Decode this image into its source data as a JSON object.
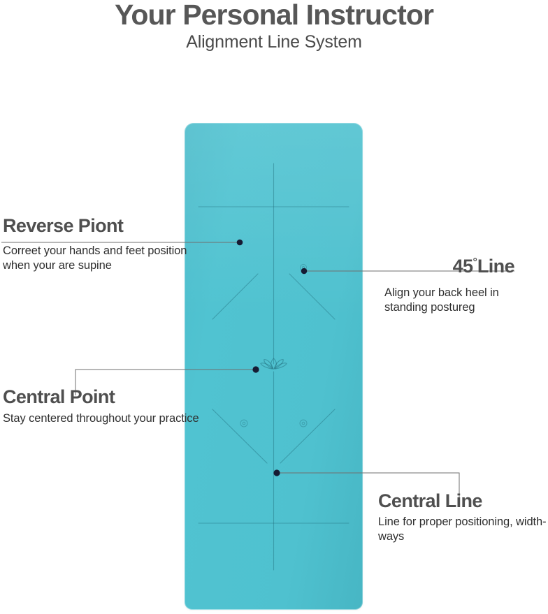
{
  "header": {
    "title": "Your Personal Instructor",
    "subtitle": "Alignment Line System"
  },
  "product": {
    "name": "yoga-mat",
    "brand_mark": "",
    "color": "#4FC1CF",
    "center_emblem": "lotus-icon"
  },
  "callouts": [
    {
      "id": "reverse-point",
      "title": "Reverse Piont",
      "body": "Correet your hands and feet position when your are supine",
      "side": "left"
    },
    {
      "id": "central-point",
      "title": "Central Point",
      "body": "Stay centered throughout your practice",
      "side": "left"
    },
    {
      "id": "forty-five-line",
      "title_number": "45",
      "title_degree": "°",
      "title_word": "Line",
      "body": "Align your back heel in standing postureg",
      "side": "right"
    },
    {
      "id": "central-line",
      "title": "Central Line",
      "body": "Line for proper positioning, width-ways",
      "side": "right"
    }
  ],
  "colors": {
    "mat": "#4FC1CF",
    "mat_line": "rgba(30,105,120,0.42)",
    "heading": "#4F4F4F",
    "body_text": "#2F2F2F",
    "leader": "#6a6a6a",
    "dot": "#161b33",
    "background": "#FFFFFF"
  }
}
